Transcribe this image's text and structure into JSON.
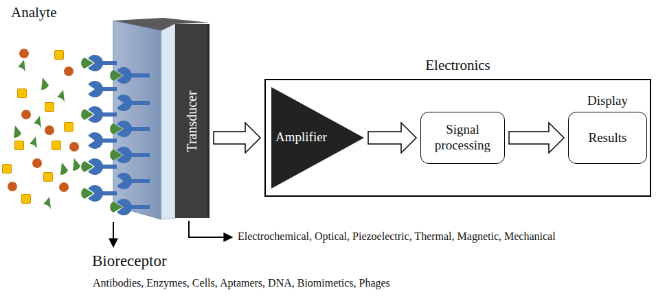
{
  "diagram": {
    "nodes": [
      {
        "text": [
          "Transducer"
        ]
      },
      {
        "text": [
          "Electronics"
        ]
      },
      {
        "text": [
          "Amplifier"
        ],
        "in": 1
      },
      {
        "text": [
          "Signal processing"
        ],
        "in": 1
      },
      {
        "text": [
          "Display",
          "Results"
        ],
        "in": 1
      }
    ],
    "edges": [
      {
        "from": 0,
        "to": 1,
        "arrow": "to"
      },
      {
        "from": 2,
        "to": 3,
        "arrow": "to"
      },
      {
        "from": 3,
        "to": 4,
        "arrow": "to"
      }
    ],
    "labels": [
      "Analyte",
      "Bioreceptor",
      "Antibodies, Enzymes, Cells, Aptamers, DNA, Biomimetics, Phages",
      "Electrochemical, Optical, Piezoelectric, Thermal, Magnetic, Mechanical"
    ]
  }
}
